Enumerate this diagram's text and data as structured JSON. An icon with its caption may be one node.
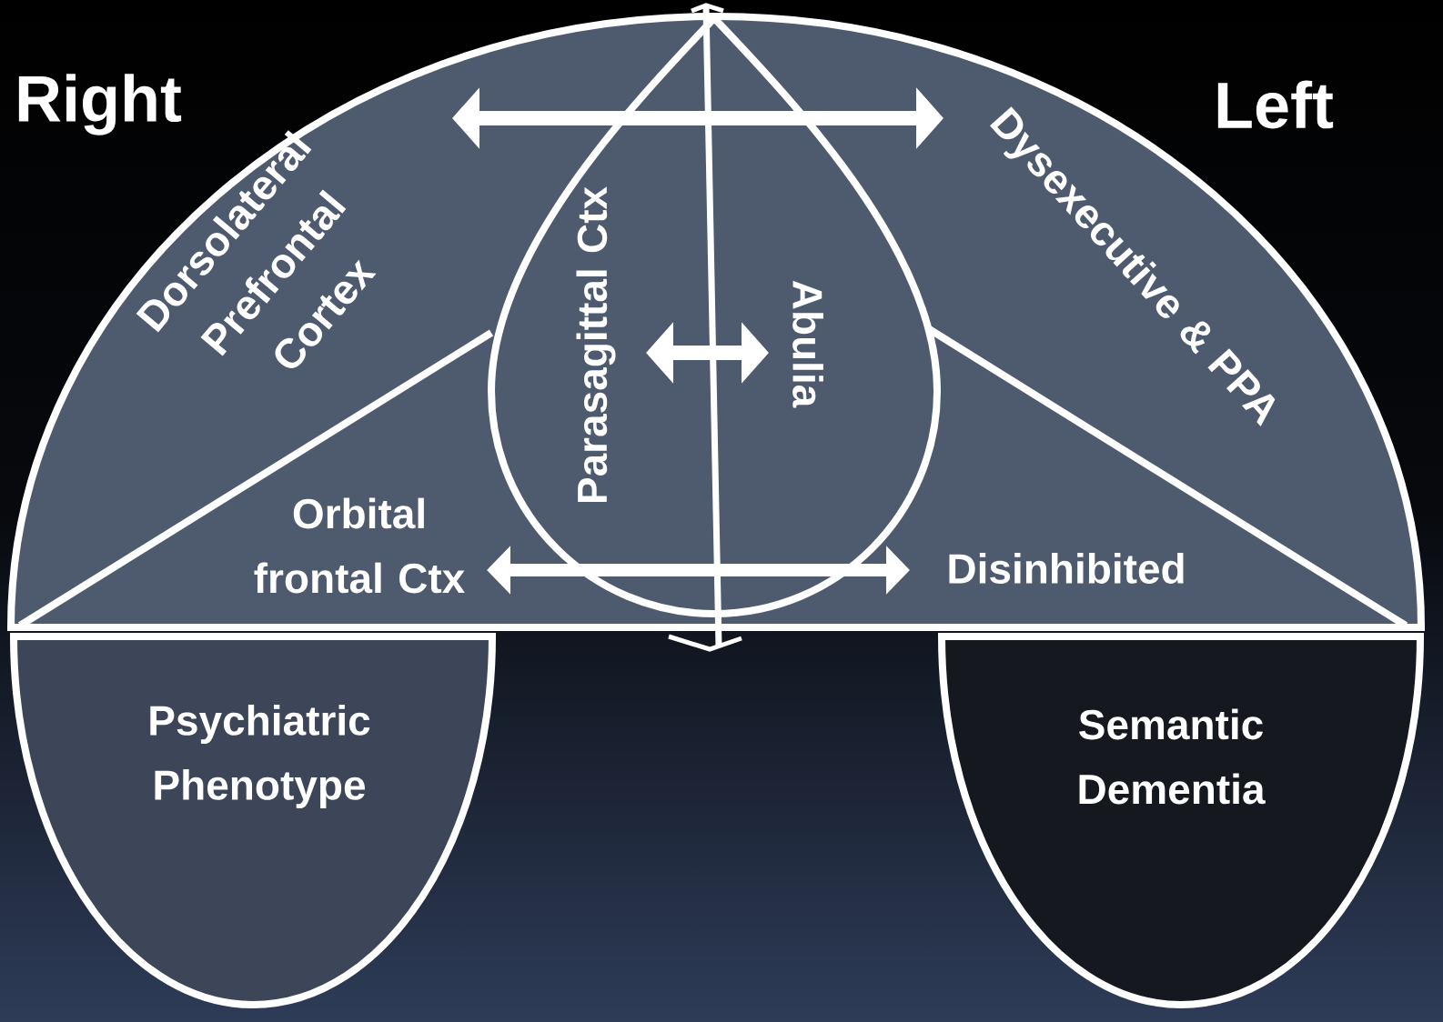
{
  "diagram": {
    "nodes": [
      {
        "text": [
          "Dorsolateral Prefrontal Cortex",
          "Dysexecutive & PPA",
          "Orbital frontal Ctx",
          "Disinhibited"
        ]
      },
      {
        "text": [
          "Parasagittal Ctx",
          "Abulia"
        ],
        "in": 0
      },
      {
        "text": [
          "Psychiatric Phenotype"
        ]
      },
      {
        "text": [
          "Semantic Dementia"
        ]
      }
    ],
    "labels": [
      "Right",
      "Left"
    ]
  }
}
